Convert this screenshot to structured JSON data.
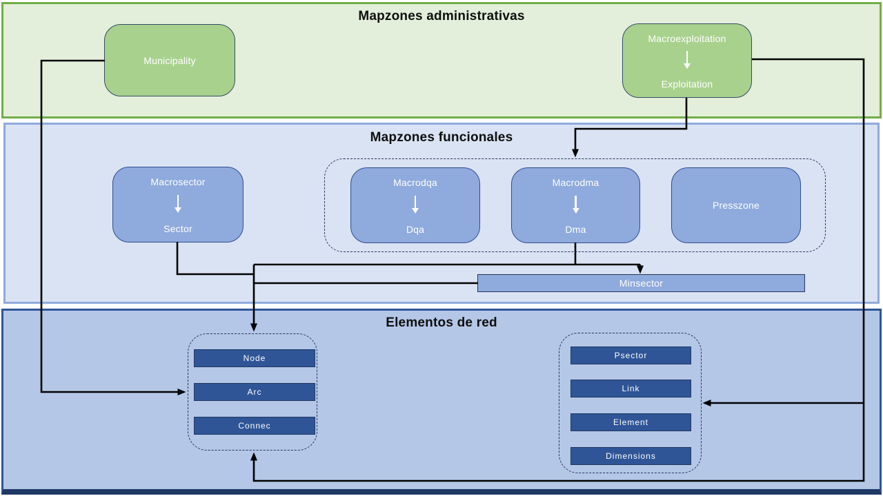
{
  "bands": {
    "admin": {
      "title": "Mapzones administrativas"
    },
    "func": {
      "title": "Mapzones funcionales"
    },
    "red": {
      "title": "Elementos de red"
    }
  },
  "admin": {
    "municipality": "Municipality",
    "macroexploitation_top": "Macroexploitation",
    "macroexploitation_bottom": "Exploitation"
  },
  "func": {
    "macrosector_top": "Macrosector",
    "macrosector_bottom": "Sector",
    "macrodqa_top": "Macrodqa",
    "macrodqa_bottom": "Dqa",
    "macrodma_top": "Macrodma",
    "macrodma_bottom": "Dma",
    "presszone": "Presszone",
    "minsector": "Minsector"
  },
  "red": {
    "node_items": [
      "Node",
      "Arc",
      "Connec"
    ],
    "psector_items": [
      "Psector",
      "Link",
      "Element",
      "Dimensions"
    ]
  },
  "colors": {
    "band_admin_fill": "#e3efda",
    "band_admin_border": "#6fae46",
    "band_func_fill": "#dae3f3",
    "band_func_border": "#8faadc",
    "band_red_fill": "#b4c7e7",
    "band_red_border": "#2f5597",
    "band_red_bottom_strip": "#1f3864",
    "green_box_fill": "#a9d18e",
    "blue_box_fill": "#8faadc",
    "dark_bar_fill": "#2f5597",
    "connector_line": "#000000",
    "box_text": "#ffffff",
    "title_text": "#0e0e0e"
  }
}
